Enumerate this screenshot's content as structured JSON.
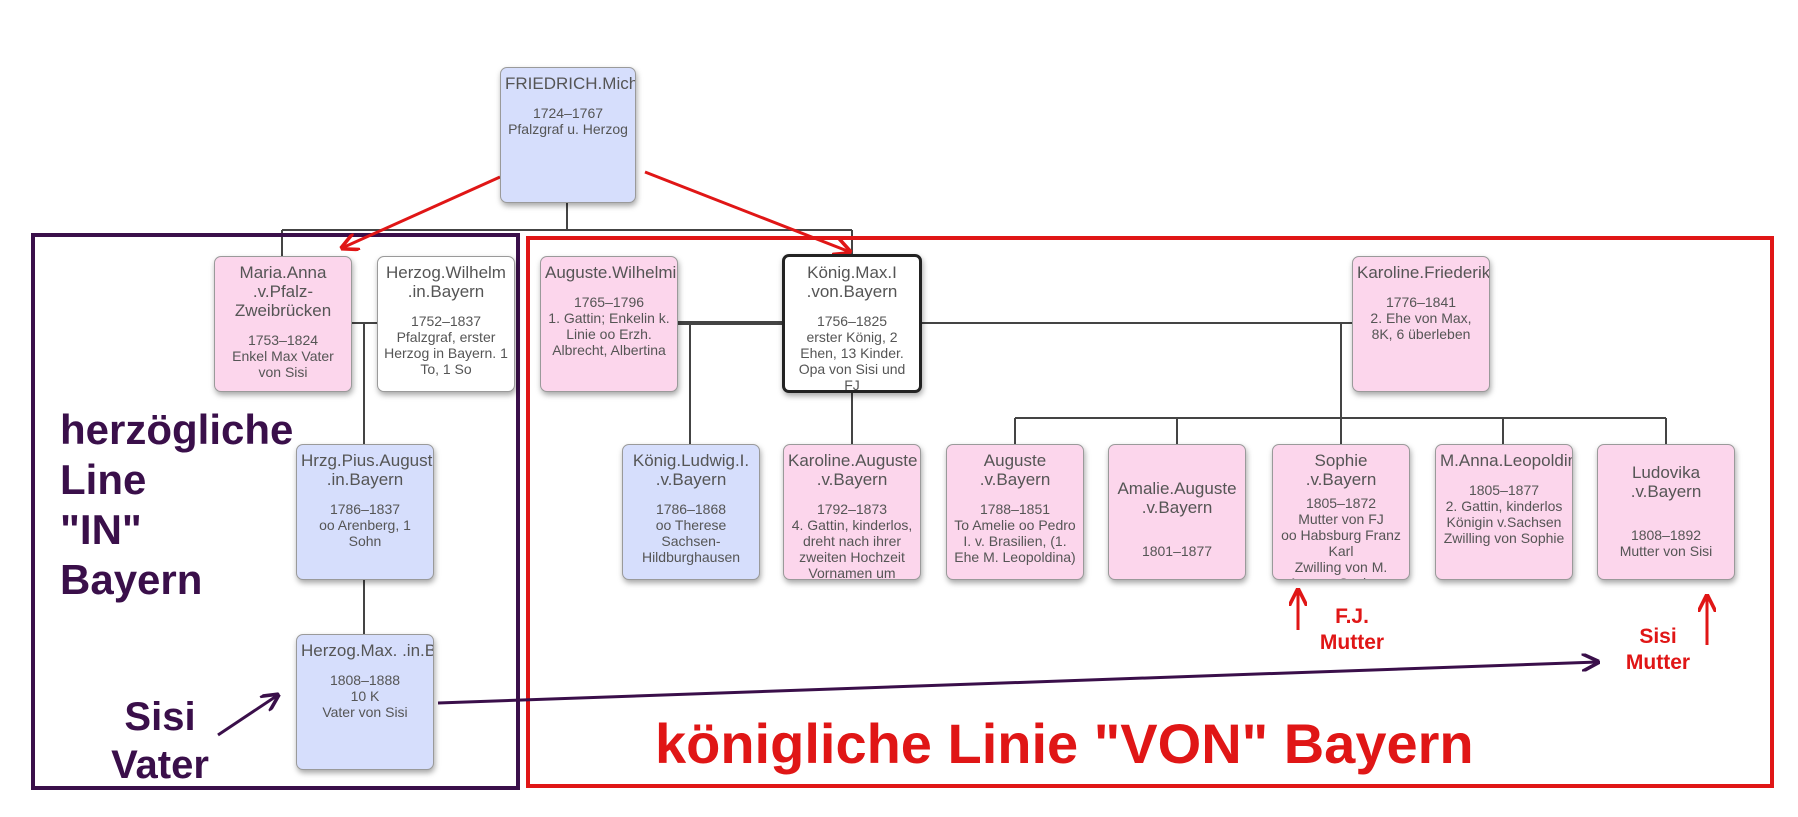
{
  "colors": {
    "male": "#d6defc",
    "female": "#fcd6ec",
    "red": "#e01616",
    "purple": "#3a0f4a"
  },
  "nodes": {
    "friedrich": {
      "name": "FRIEDRICH.Michael\n.v.Pfalz-\nZweibrücken",
      "years": "1724–1767",
      "desc": "Pfalzgraf u. Herzog"
    },
    "maria_anna": {
      "name": "Maria.Anna\n.v.Pfalz-\nZweibrücken",
      "years": "1753–1824",
      "desc": "Enkel Max Vater\nvon Sisi"
    },
    "wilhelm": {
      "name": "Herzog.Wilhelm\n.in.Bayern",
      "years": "1752–1837",
      "desc": "Pfalzgraf, erster\nHerzog in Bayern. 1\nTo, 1 So"
    },
    "pius": {
      "name": "Hrzg.Pius.August\n.in.Bayern",
      "years": "1786–1837",
      "desc": "oo Arenberg, 1\nSohn"
    },
    "max_herzog": {
      "name": "Herzog.Max.\n.in.Bayern.Wittelsbach",
      "years": "1808–1888",
      "desc": "10 K\nVater von Sisi"
    },
    "auguste_wilhelmine": {
      "name": "Auguste.Wilhelmine\nHessen-\nDarmstadt",
      "years": "1765–1796",
      "desc": "1. Gattin; Enkelin k.\nLinie oo Erzh.\nAlbrecht, Albertina"
    },
    "max_koenig": {
      "name": "König.Max.I\n.von.Bayern",
      "years": "1756–1825",
      "desc": "erster König, 2\nEhen, 13 Kinder.\nOpa von Sisi und\nFJ"
    },
    "karoline_friederike": {
      "name": "Karoline.Friederike\n.v.Baden",
      "years": "1776–1841",
      "desc": "2. Ehe von Max,\n8K, 6 überleben"
    },
    "ludwig": {
      "name": "König.Ludwig.I.\n.v.Bayern",
      "years": "1786–1868",
      "desc": "oo Therese\nSachsen-\nHildburghausen"
    },
    "karoline_auguste": {
      "name": "Karoline.Auguste\n.v.Bayern",
      "years": "1792–1873",
      "desc": "4. Gattin, kinderlos,\ndreht nach ihrer\nzweiten Hochzeit\nVornamen um"
    },
    "auguste": {
      "name": "Auguste\n.v.Bayern",
      "years": "1788–1851",
      "desc": "To Amelie oo Pedro\nI. v. Brasilien, (1.\nEhe M. Leopoldina)"
    },
    "amalie": {
      "name": "Amalie.Auguste\n.v.Bayern",
      "years": "1801–1877",
      "desc": ""
    },
    "sophie": {
      "name": "Sophie .v.Bayern",
      "years": "1805–1872",
      "desc": "Mutter von FJ\noo Habsburg Franz\nKarl\nZwilling von M.\nAnna v. Sachsen"
    },
    "manna": {
      "name": "M.Anna.Leopoldine\n.v.Bayern",
      "years": "1805–1877",
      "desc": "2. Gattin, kinderlos\nKönigin v.Sachsen\nZwilling von Sophie"
    },
    "ludovika": {
      "name": "Ludovika\n.v.Bayern",
      "years": "1808–1892",
      "desc": "Mutter von Sisi"
    }
  },
  "annotations": {
    "herzog_line": "herzögliche\nLine\n\"IN\"\nBayern",
    "sisi_vater": "Sisi\nVater",
    "fj_mutter": "F.J.\nMutter",
    "sisi_mutter": "Sisi\nMutter",
    "koenig_line": "königliche Linie \"VON\" Bayern"
  }
}
